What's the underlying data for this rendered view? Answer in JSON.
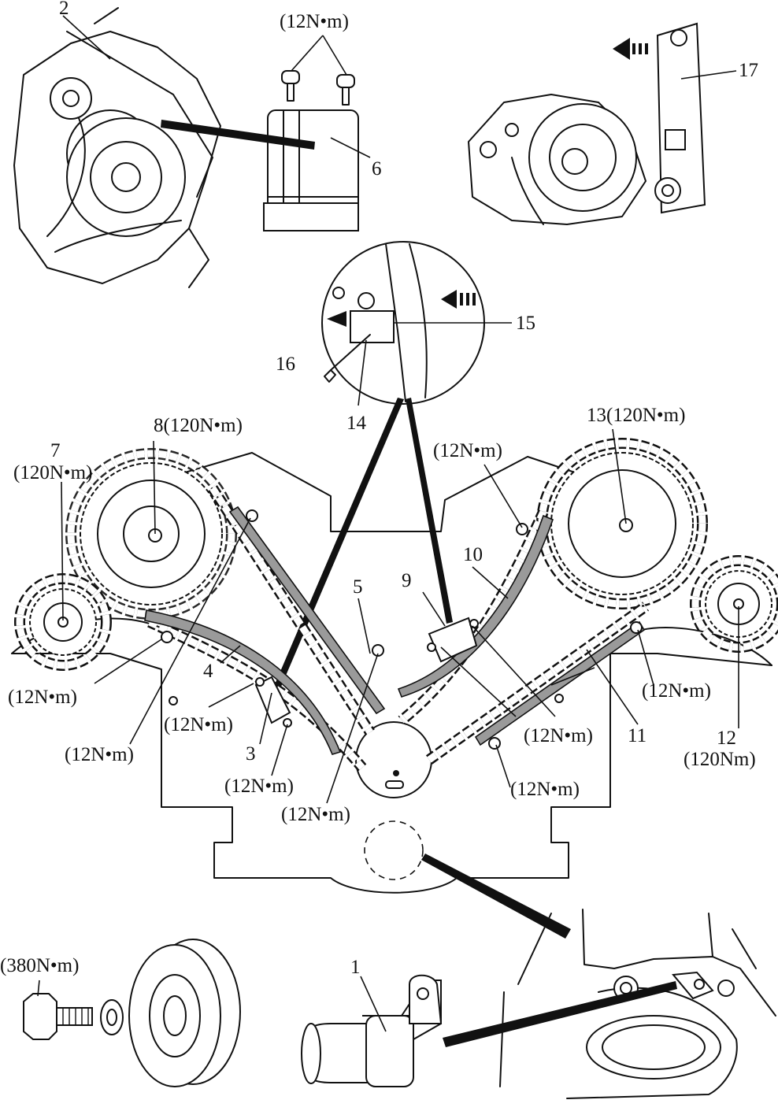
{
  "callouts": {
    "c1": "1",
    "c2": "2",
    "c3": "3",
    "c4": "4",
    "c5": "5",
    "c6": "6",
    "c7": "7",
    "c8": "8(120N•m)",
    "c9": "9",
    "c10": "10",
    "c11": "11",
    "c12": "12",
    "c13": "13(120N•m)",
    "c14": "14",
    "c15": "15",
    "c16": "16",
    "c17": "17"
  },
  "torques": {
    "t_bolts_6": "(12N•m)",
    "t_7": "(120N•m)",
    "t_12": "(120Nm)",
    "t_guide_9_top": "(12N•m)",
    "t_left_guide_4": "(12N•m)",
    "t_tensioner_3_upper": "(12N•m)",
    "t_left_lower": "(12N•m)",
    "t_tensioner_3_lower": "(12N•m)",
    "t_guide_5_lower": "(12N•m)",
    "t_right_guide_11": "(12N•m)",
    "t_guide_10_lower": "(12N•m)",
    "t_right_lower": "(12N•m)",
    "t_pulley": "(380N•m)"
  }
}
